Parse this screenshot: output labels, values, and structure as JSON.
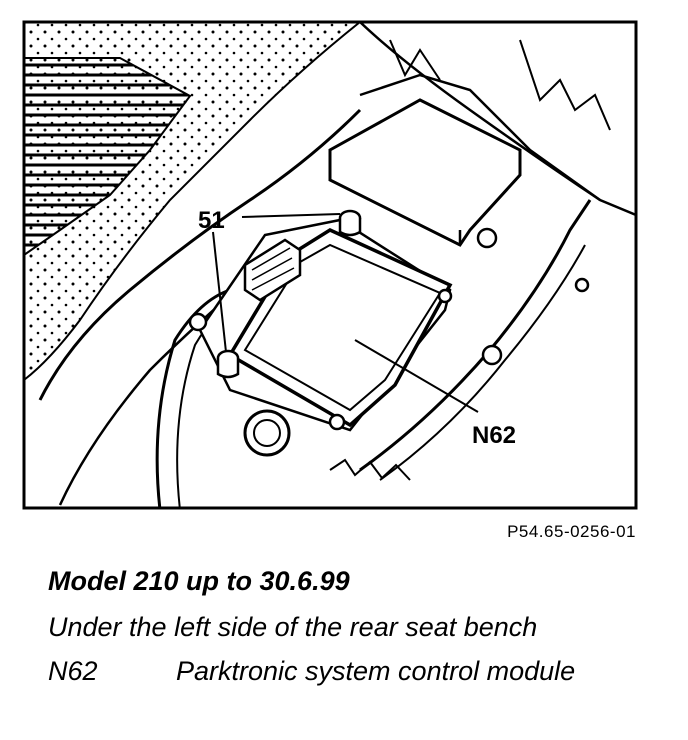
{
  "figure": {
    "callouts": {
      "bolts": "51",
      "module": "N62"
    },
    "reference": "P54.65-0256-01"
  },
  "caption": {
    "title": "Model 210 up to 30.6.99",
    "location": "Under the left side of the rear seat bench",
    "legend": [
      {
        "code": "N62",
        "description": "Parktronic system control module"
      }
    ]
  }
}
